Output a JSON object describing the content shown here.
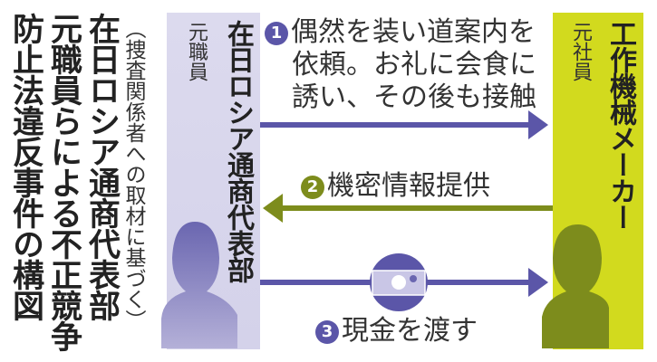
{
  "title": {
    "lines": [
      "在日ロシア通商代表部",
      "元職員らによる不正競争",
      "防止法違反事件の構図"
    ],
    "source_note": "（捜査関係者への取材に基づく）"
  },
  "left_party": {
    "name": "在日ロシア通商代表部",
    "role": "元職員"
  },
  "right_party": {
    "name": "工作機械メーカー",
    "role": "元社員"
  },
  "steps": [
    {
      "number": "1",
      "lines": [
        "偶然を装い道案内を",
        "依頼。お礼に会食に",
        "誘い、その後も接触"
      ]
    },
    {
      "number": "2",
      "text": "機密情報提供"
    },
    {
      "number": "3",
      "text": "現金を渡す"
    }
  ],
  "colors": {
    "purple": "#5b56a8",
    "green": "#7d8c1c",
    "yellow": "#d2da1e",
    "lavender": "#dcdaee"
  }
}
